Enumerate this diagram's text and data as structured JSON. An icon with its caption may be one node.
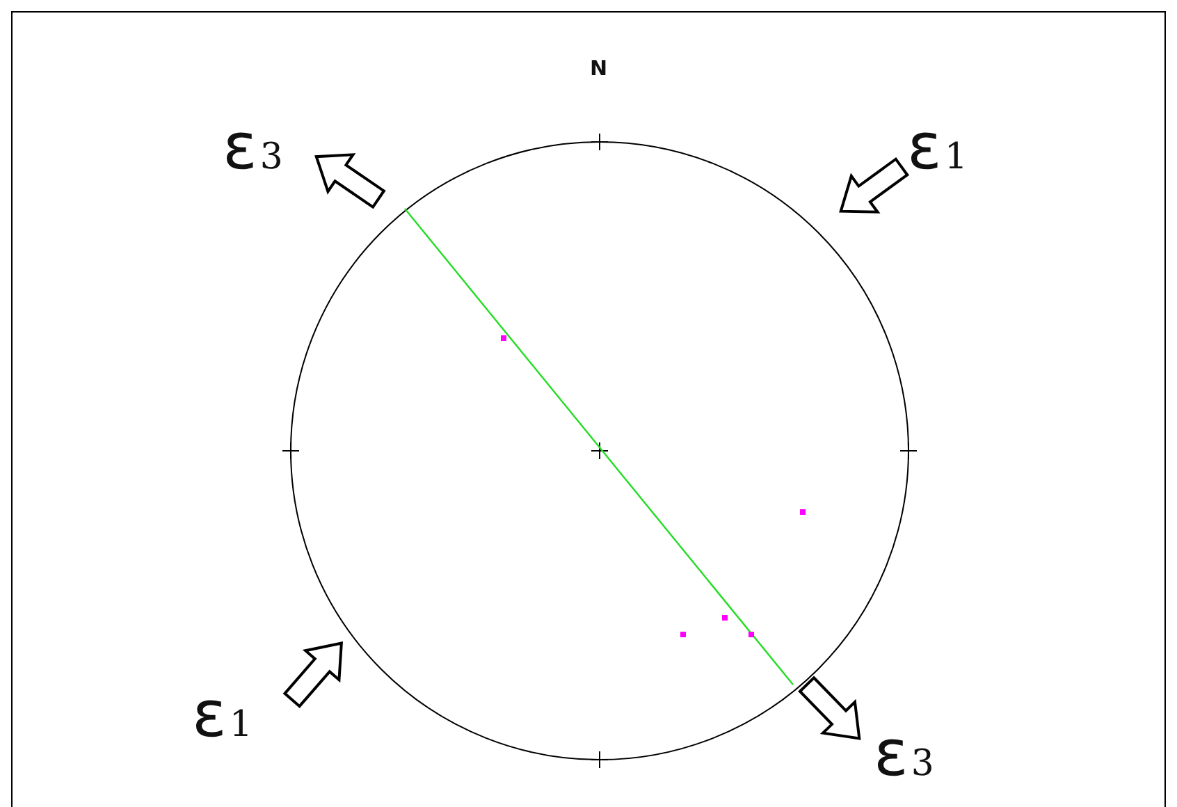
{
  "diagram": {
    "labels": [
      "N",
      "ε$_{3}$",
      "ε$_{1}$",
      "ε$_{1}$",
      "ε$_{3}$"
    ]
  }
}
